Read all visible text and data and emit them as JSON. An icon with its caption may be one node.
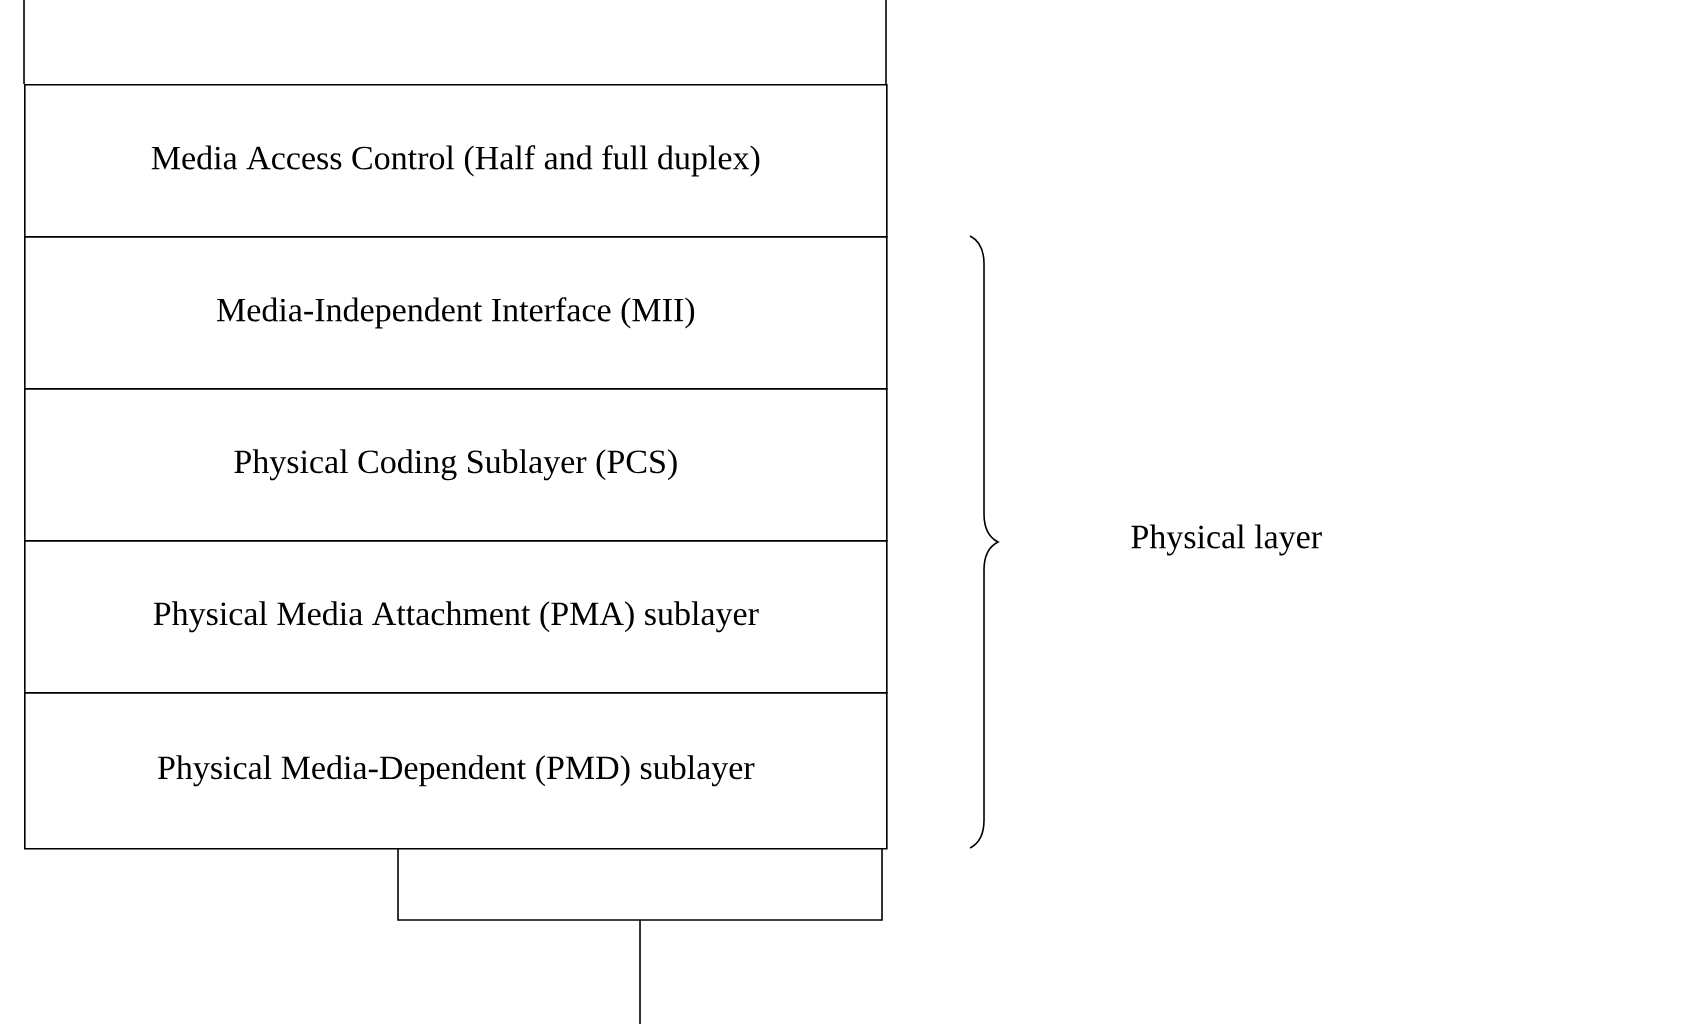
{
  "diagram": {
    "nodes": [
      {
        "text": [
          "Media Access Control (Half and full duplex)"
        ]
      },
      {
        "text": [
          "Media-Independent Interface (MII)"
        ]
      },
      {
        "text": [
          "Physical Coding Sublayer (PCS)"
        ]
      },
      {
        "text": [
          "Physical Media Attachment (PMA) sublayer"
        ]
      },
      {
        "text": [
          "Physical Media-Dependent (PMD) sublayer"
        ]
      }
    ],
    "labels": [
      "Physical layer"
    ]
  }
}
